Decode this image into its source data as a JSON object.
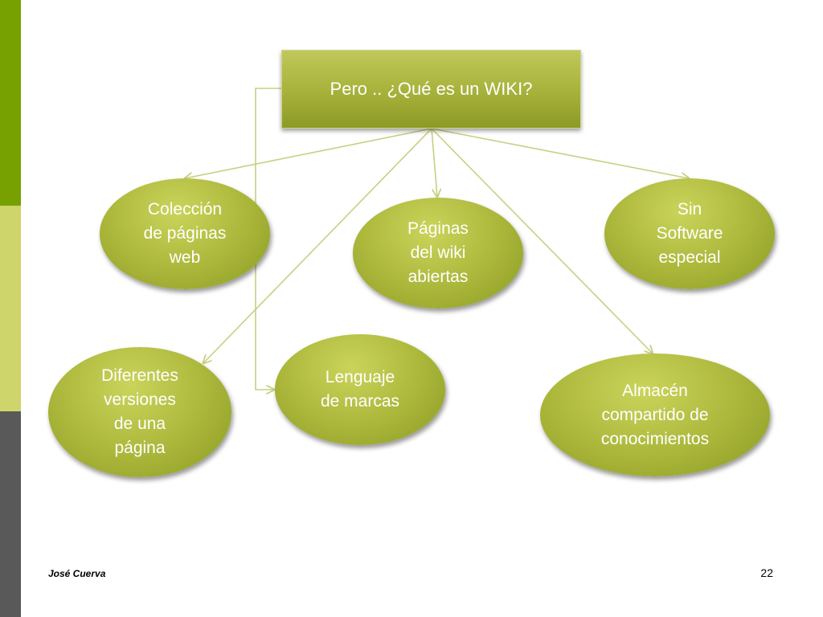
{
  "title": "Pero .. ¿Qué es un WIKI?",
  "nodes": {
    "coleccion": "Colección\nde páginas\nweb",
    "paginas_abiertas": "Páginas\ndel wiki\nabiertas",
    "sin_software": "Sin\nSoftware\nespecial",
    "versiones": "Diferentes\nversiones\nde una\npágina",
    "lenguaje": "Lenguaje\nde marcas",
    "almacen": "Almacén\ncompartido de\nconocimientos"
  },
  "footer": {
    "author": "José Cuerva",
    "page_number": "22"
  },
  "colors": {
    "bar_top": "#77a100",
    "bar_mid": "#cdd56b",
    "bar_bottom": "#595959",
    "node_fill": "#aab63a",
    "connector": "#c8cf82"
  }
}
